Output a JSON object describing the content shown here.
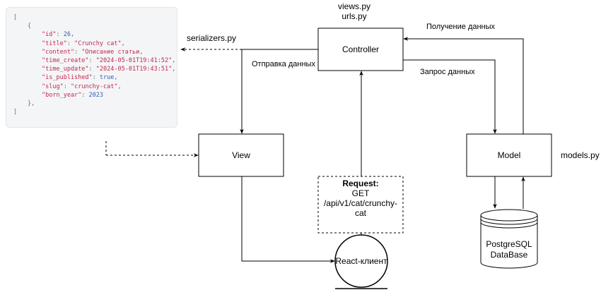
{
  "json_panel": {
    "open_bracket": "[",
    "open_brace": "{",
    "fields": [
      {
        "key": "\"id\"",
        "value": "26",
        "kind": "n"
      },
      {
        "key": "\"title\"",
        "value": "\"Crunchy cat\"",
        "kind": "s"
      },
      {
        "key": "\"content\"",
        "value": "\"Описание статьи",
        "kind": "s"
      },
      {
        "key": "\"time_create\"",
        "value": "\"2024-05-01T19:41:52\"",
        "kind": "s"
      },
      {
        "key": "\"time_update\"",
        "value": "\"2024-05-01T19:43:51\"",
        "kind": "s"
      },
      {
        "key": "\"is_published\"",
        "value": "true",
        "kind": "b"
      },
      {
        "key": "\"slug\"",
        "value": "\"crunchy-cat\"",
        "kind": "s"
      },
      {
        "key": "\"born_year\"",
        "value": "2023",
        "kind": "n"
      }
    ],
    "close_brace": "},",
    "close_bracket": "]"
  },
  "nodes": {
    "controller": "Controller",
    "view": "View",
    "model": "Model",
    "client": "React-клиент",
    "database": [
      "PostgreSQL",
      "DataBase"
    ]
  },
  "request_box": {
    "title": "Request:",
    "lines": [
      "GET",
      "/api/v1/cat/crunchy-",
      "cat"
    ]
  },
  "labels": {
    "views_file": "views.py",
    "urls_file": "urls.py",
    "serializers_file": "serializers.py",
    "models_file": "models.py",
    "send_data": "Отправка данных",
    "get_data": "Получение данных",
    "request_data": "Запрос данных"
  }
}
